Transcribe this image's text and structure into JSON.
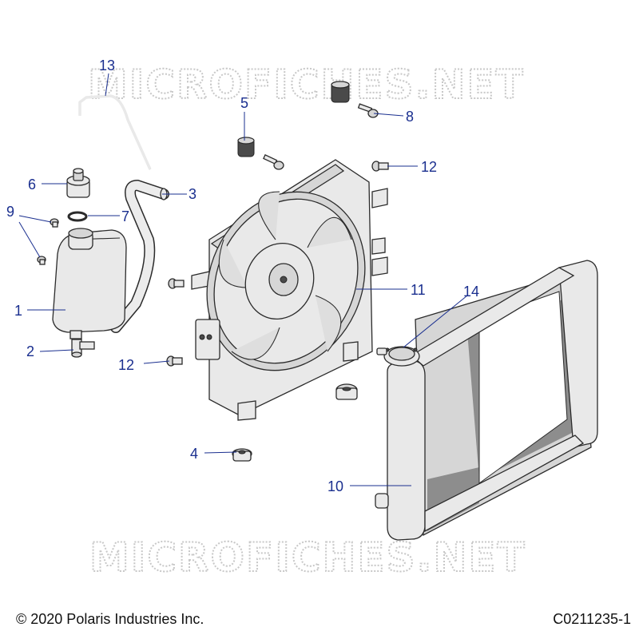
{
  "watermark": "MICROFICHES.NET",
  "copyright": "© 2020 Polaris Industries Inc.",
  "drawing_id": "C0211235-1",
  "callouts": [
    "1",
    "2",
    "3",
    "4",
    "5",
    "6",
    "7",
    "8",
    "9",
    "10",
    "11",
    "12",
    "12",
    "13",
    "14"
  ],
  "colors": {
    "callout": "#1a2f8f",
    "part_outline": "#2b2b2b",
    "part_fill": "#e9e9e9"
  }
}
